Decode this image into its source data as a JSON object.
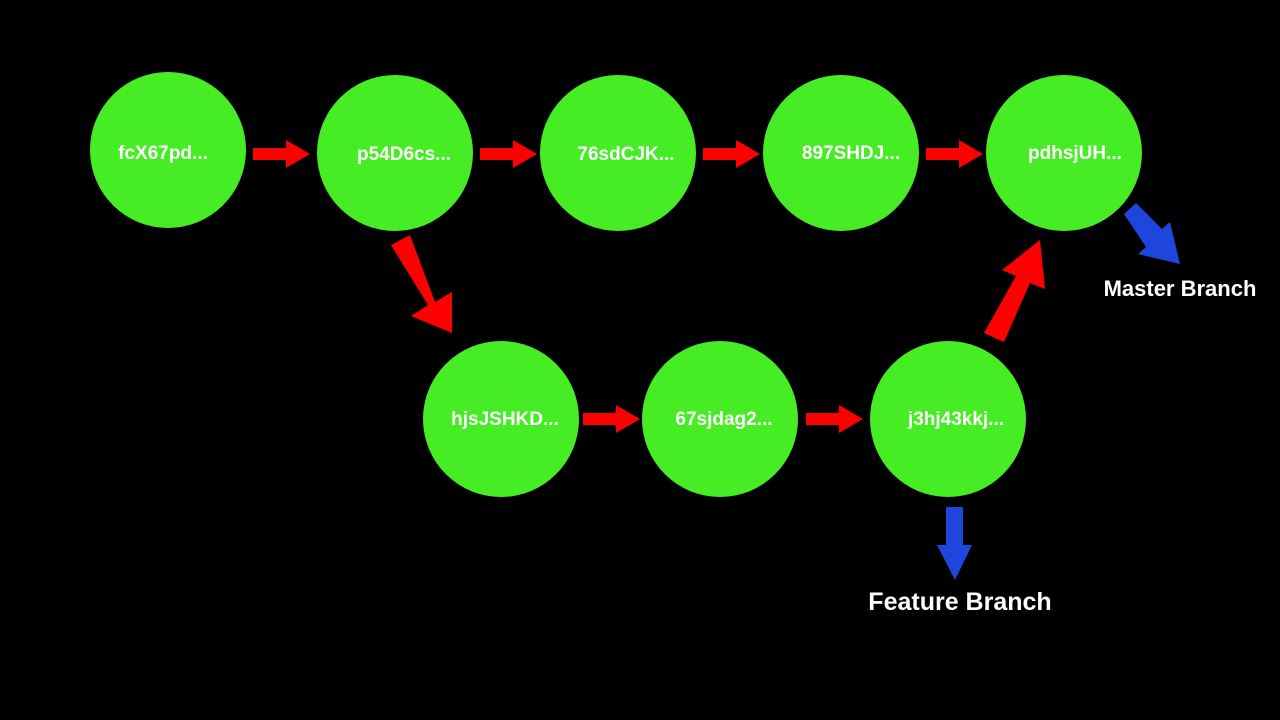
{
  "colors": {
    "background": "#000000",
    "commit_fill": "#46ec24",
    "commit_text": "#ffffff",
    "commit_arrow": "#ff0000",
    "branch_arrow": "#1e46dc",
    "branch_text": "#ffffff"
  },
  "commits": {
    "c1": "fcX67pd...",
    "c2": "p54D6cs...",
    "c3": "76sdCJK...",
    "c4": "897SHDJ...",
    "c5": "pdhsjUH...",
    "f1": "hjsJSHKD...",
    "f2": "67sjdag2...",
    "f3": "j3hj43kkj..."
  },
  "branches": {
    "master": "Master Branch",
    "feature": "Feature Branch"
  }
}
